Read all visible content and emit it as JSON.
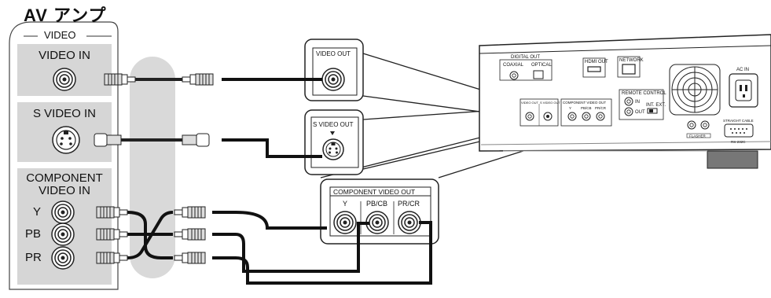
{
  "av_amp": {
    "title": "AV アンプ",
    "video_group_label": "VIDEO",
    "video_in_label": "VIDEO IN",
    "s_video_in_label": "S VIDEO IN",
    "component_in_label_line1": "COMPONENT",
    "component_in_label_line2": "VIDEO IN",
    "component_rows": [
      "Y",
      "PB",
      "PR"
    ]
  },
  "callouts": {
    "video_out": "VIDEO OUT",
    "s_video_out": "S VIDEO OUT",
    "component_video_out": "COMPONENT VIDEO OUT",
    "component_cols": [
      "Y",
      "PB/CB",
      "PR/CR"
    ]
  },
  "player_panel": {
    "digital_out": "DIGITAL OUT",
    "coaxial": "COAXIAL",
    "optical": "OPTICAL",
    "hdmi_out": "HDMI OUT",
    "network": "NETWORK",
    "remote_control": "REMOTE CONTROL",
    "rc_in": "IN",
    "rc_out": "OUT",
    "int_ext": "INT. EXT.",
    "video_out_small": "VIDEO OUT",
    "s_video_out_small": "S VIDEO OUT",
    "component_video_out_small": "COMPONENT VIDEO OUT",
    "component_cols_small": [
      "Y",
      "PB/CB",
      "PR/CR"
    ],
    "flasher": "FLASHER",
    "straight_cable": "STRAIGHT CABLE",
    "rs232c": "RS-232C",
    "ac_in": "AC IN"
  }
}
